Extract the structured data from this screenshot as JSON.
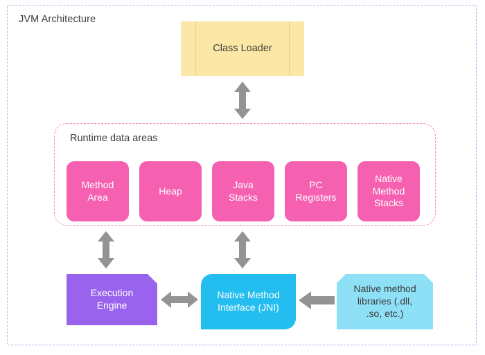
{
  "diagram": {
    "title": "JVM Architecture",
    "frame_color": "#c9a9ee",
    "arrow_color": "#939393"
  },
  "class_loader": {
    "label": "Class Loader",
    "color": "#fce8a6",
    "text_color": "#3c3c3c"
  },
  "runtime_data_areas": {
    "title": "Runtime data areas",
    "border_color": "#f78cbd",
    "box_color": "#f561b0",
    "box_text_color": "#ffffff",
    "boxes": [
      {
        "label": "Method\nArea"
      },
      {
        "label": "Heap"
      },
      {
        "label": "Java\nStacks"
      },
      {
        "label": "PC\nRegisters"
      },
      {
        "label": "Native\nMethod\nStacks"
      }
    ]
  },
  "execution_engine": {
    "label": "Execution\nEngine",
    "color": "#9a63ee",
    "text_color": "#ffffff"
  },
  "native_method_interface": {
    "label": "Native Method\nInterface (JNI)",
    "color": "#23bdf0",
    "text_color": "#ffffff"
  },
  "native_method_libraries": {
    "label": "Native method\nlibraries (.dll,\n.so, etc.)",
    "color": "#8ee0f7",
    "text_color": "#3c3c3c"
  },
  "connectors": [
    {
      "name": "class-loader-to-runtime",
      "direction": "bidirectional-vertical"
    },
    {
      "name": "runtime-to-execution-engine",
      "direction": "bidirectional-vertical"
    },
    {
      "name": "runtime-to-jni",
      "direction": "bidirectional-vertical"
    },
    {
      "name": "execution-engine-to-jni",
      "direction": "bidirectional-horizontal"
    },
    {
      "name": "native-libraries-to-jni",
      "direction": "left"
    }
  ]
}
